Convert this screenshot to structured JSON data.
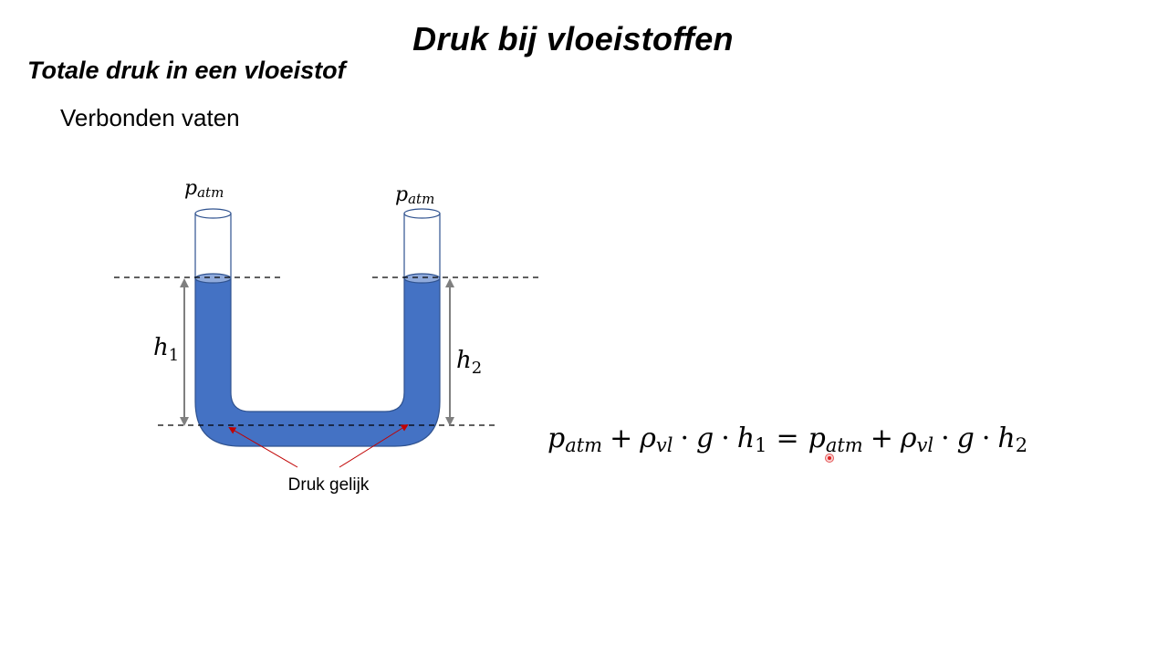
{
  "slide": {
    "title": "Druk bij vloeistoffen",
    "subtitle": "Totale druk in een vloeistof",
    "heading": "Verbonden vaten"
  },
  "diagram": {
    "left_pressure_label": {
      "base": "p",
      "sub": "atm"
    },
    "right_pressure_label": {
      "base": "p",
      "sub": "atm"
    },
    "left_height_label": {
      "base": "h",
      "sub": "1"
    },
    "right_height_label": {
      "base": "h",
      "sub": "2"
    },
    "pressure_note": "Druk gelijk",
    "colors": {
      "liquid": "#4472c4",
      "liquid_surface": "#8faadc",
      "tube_outline": "#2f528f",
      "dimension_arrow": "#7f7f7f",
      "pointer": "#c00000"
    }
  },
  "equation": {
    "p": "p",
    "atm": "atm",
    "plus": "+",
    "rho": "ρ",
    "vl": "vl",
    "dot": "·",
    "g": "g",
    "h": "h",
    "one": "1",
    "two": "2",
    "equals": "="
  },
  "cursor_icon": "laser-pointer-icon"
}
